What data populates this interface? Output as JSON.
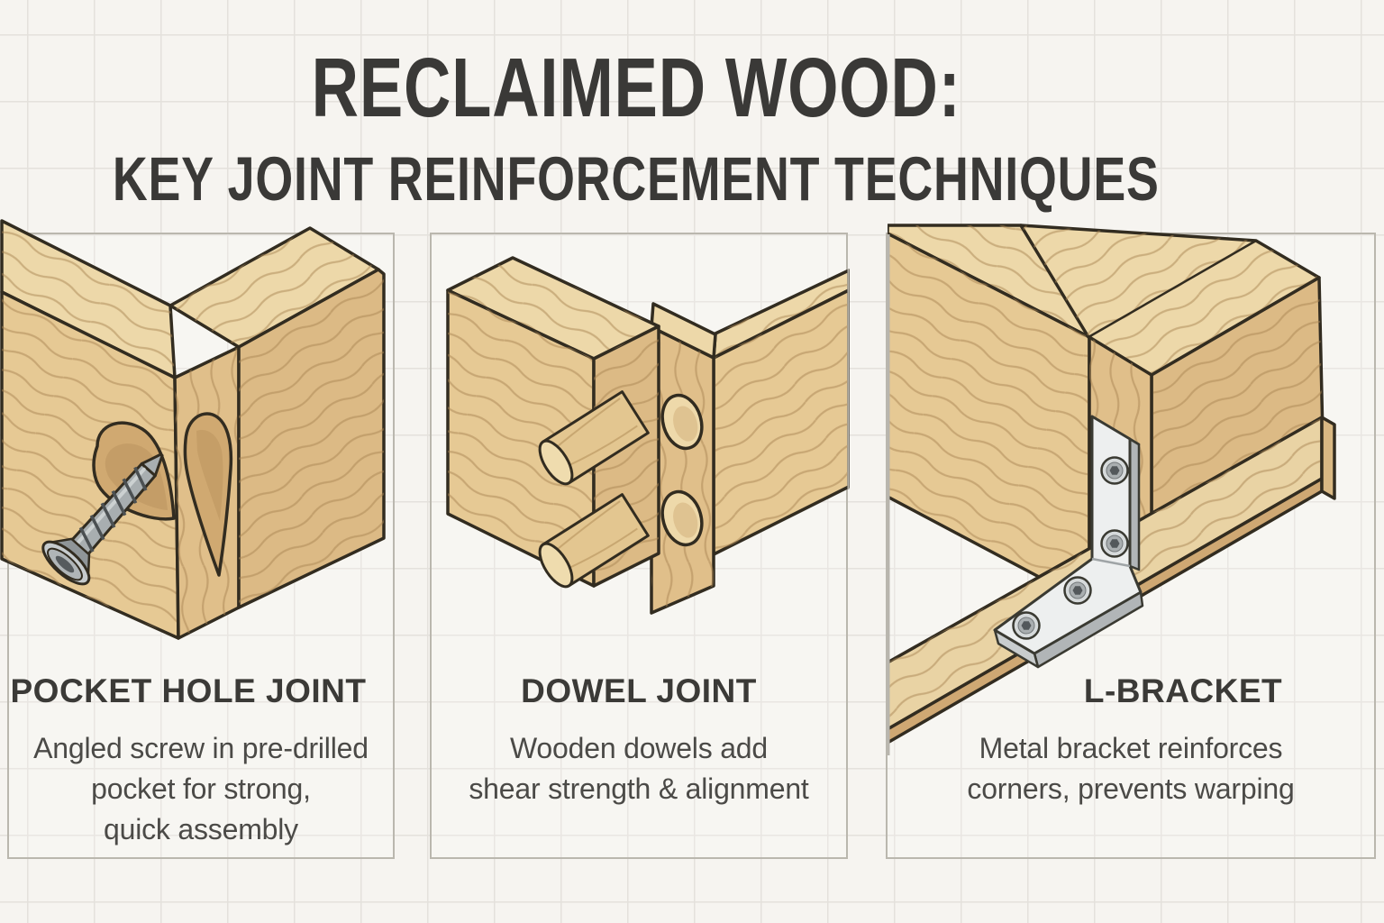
{
  "title": {
    "line1": "RECLAIMED WOOD:",
    "line2": "KEY JOINT REINFORCEMENT TECHNIQUES"
  },
  "panels": [
    {
      "heading": "POCKET HOLE JOINT",
      "illustration": "pocket-hole-joint",
      "description_lines": [
        "Angled screw in pre-drilled",
        "pocket for strong,",
        "quick assembly"
      ]
    },
    {
      "heading": "DOWEL JOINT",
      "illustration": "dowel-joint",
      "description_lines": [
        "Wooden dowels add",
        "shear strength & alignment"
      ]
    },
    {
      "heading": "L-BRACKET",
      "illustration": "l-bracket",
      "description_lines": [
        "Metal bracket reinforces",
        "corners, prevents warping"
      ]
    }
  ],
  "colors": {
    "background": "#f6f4f0",
    "grid_line": "#e4e1dc",
    "card_border": "#bab7ae",
    "title_ink": "#3a3937",
    "heading_ink": "#3b3a37",
    "body_ink": "#4b4a47",
    "wood_top": "#edd8a9",
    "wood_front": "#e6c994",
    "wood_side": "#dcba85",
    "wood_grain": "#aa8553",
    "outline": "#322c20",
    "metal": "#edefef",
    "metal_shade": "#b1b5b7"
  }
}
